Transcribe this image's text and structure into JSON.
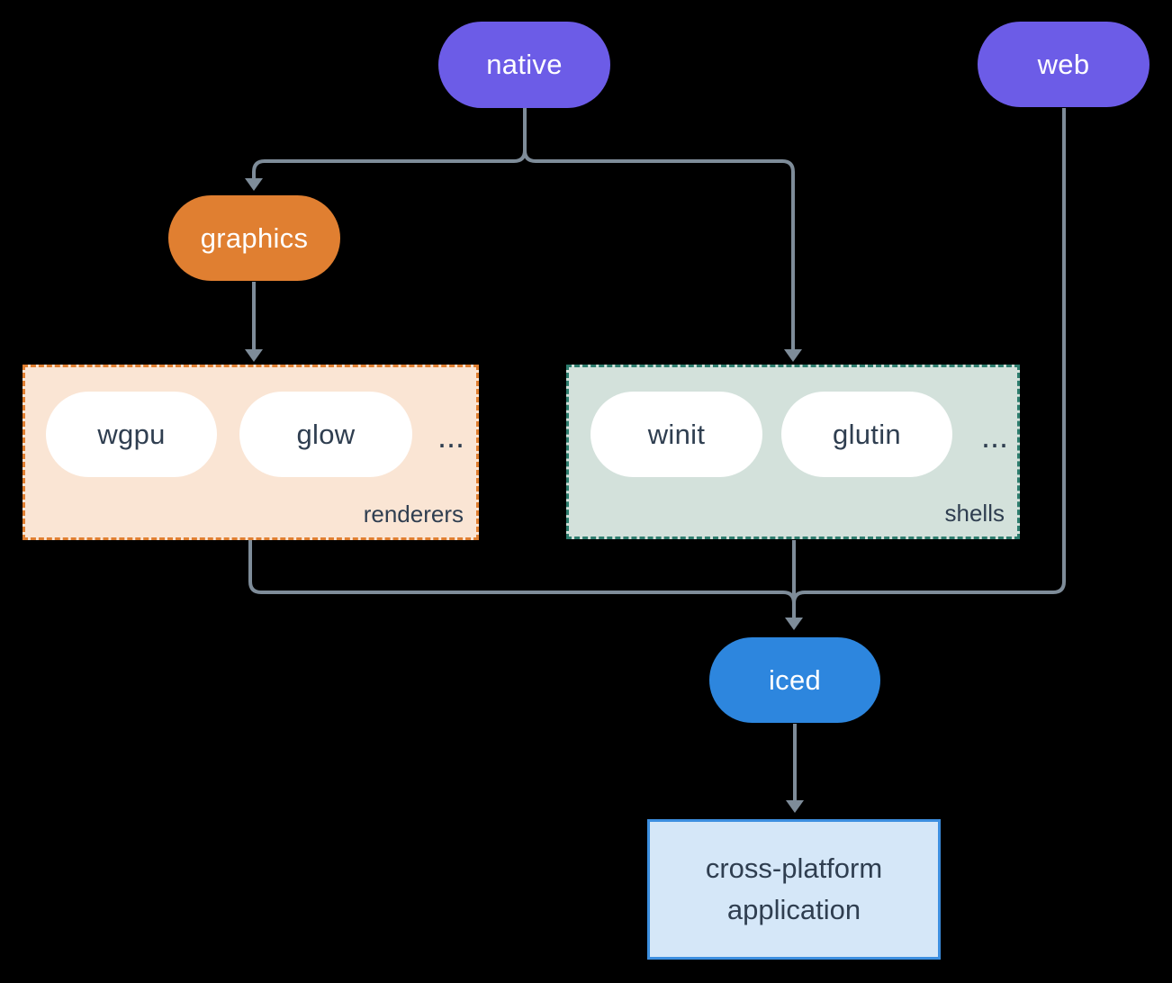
{
  "diagram": {
    "background": "#000000",
    "connector_color": "#7E8C99",
    "text_dark": "#2F3E50",
    "nodes": {
      "native": {
        "label": "native",
        "color": "#6C5CE7"
      },
      "web": {
        "label": "web",
        "color": "#6C5CE7"
      },
      "graphics": {
        "label": "graphics",
        "color": "#E07F31"
      },
      "iced": {
        "label": "iced",
        "color": "#2D86DE"
      },
      "application": {
        "line1": "cross-platform",
        "line2": "application",
        "fill": "#D5E7F8",
        "border": "#3D8FE0"
      }
    },
    "groups": {
      "renderers": {
        "label": "renderers",
        "fill": "#FAE5D4",
        "border": "#E07F31",
        "items": [
          "wgpu",
          "glow"
        ],
        "ellipsis": "..."
      },
      "shells": {
        "label": "shells",
        "fill": "#D3E1DB",
        "border": "#2D7D6E",
        "items": [
          "winit",
          "glutin"
        ],
        "ellipsis": "..."
      }
    }
  }
}
